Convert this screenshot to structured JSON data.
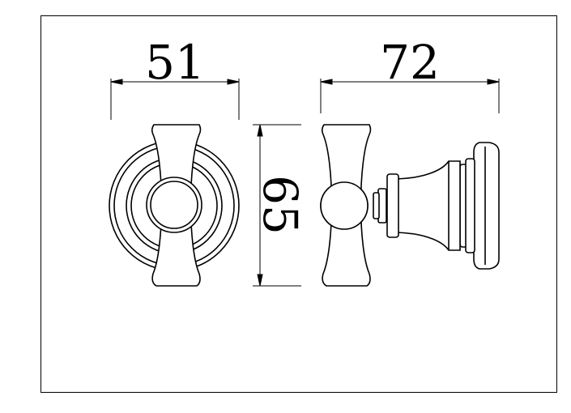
{
  "drawing": {
    "dimensions": {
      "front_width": "51",
      "side_depth": "72",
      "height": "65"
    },
    "colors": {
      "line": "#000000",
      "background": "#ffffff"
    }
  }
}
